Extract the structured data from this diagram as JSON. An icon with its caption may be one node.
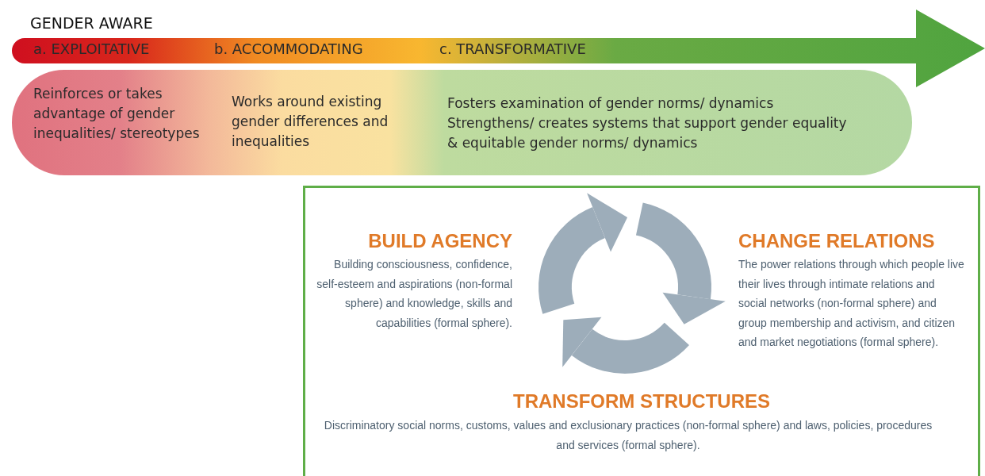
{
  "diagram": {
    "title": "GENDER AWARE",
    "nodes": [
      {
        "text": [
          "a. EXPLOITATIVE",
          "b. ACCOMMODATING",
          "c. TRANSFORMATIVE"
        ]
      },
      {
        "text": [
          "Reinforces or takes advantage of gender inequalities/ stereotypes",
          "Works around existing gender differences and inequalities",
          "Fosters examination of gender norms/ dynamics",
          "Strengthens/ creates systems that support gender equality & equitable gender norms/ dynamics"
        ]
      },
      {
        "text": [
          "BUILD AGENCY",
          "Building consciousness, confidence, self-esteem and aspirations (non-formal sphere) and knowledge, skills and capabilities (formal sphere).",
          "CHANGE RELATIONS",
          "The power relations through which people live their lives through intimate relations and social networks (non-formal sphere) and group membership and activism, and citizen and market negotiations (formal sphere).",
          "TRANSFORM STRUCTURES",
          "Discriminatory social norms, customs, values and exclusionary practices (non-formal sphere) and laws, policies, procedures and services (formal sphere)."
        ]
      }
    ],
    "edges": []
  }
}
